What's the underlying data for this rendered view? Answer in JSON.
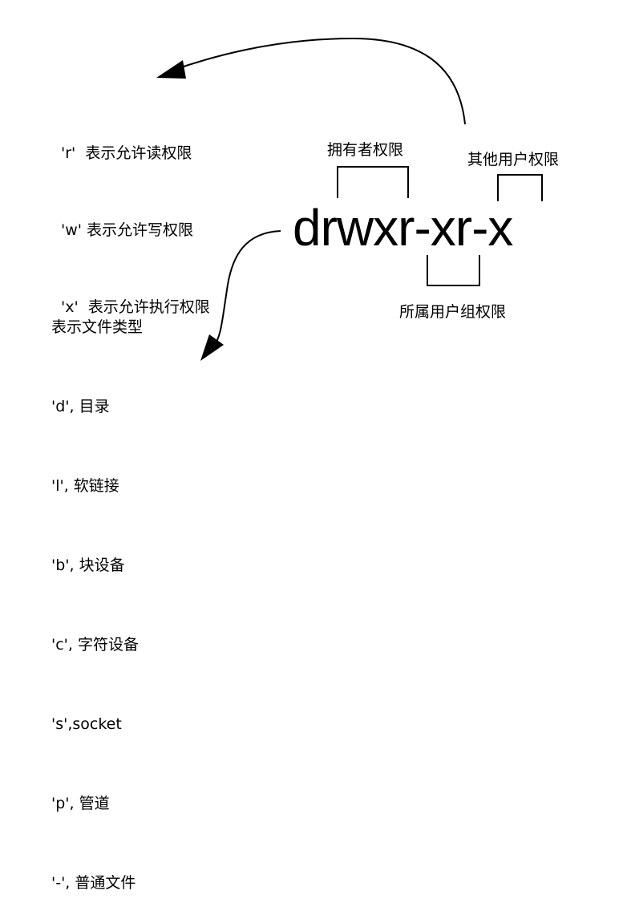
{
  "permission_string": "drwxr-xr-x",
  "permission_legend": [
    "'r'  表示允许读权限",
    "'w' 表示允许写权限",
    "'x'  表示允许执行权限"
  ],
  "labels": {
    "owner": "拥有者权限",
    "group": "所属用户组权限",
    "others": "其他用户权限"
  },
  "file_type_title": "表示文件类型",
  "file_types": [
    "'d', 目录",
    "'l', 软链接",
    "'b', 块设备",
    "'c', 字符设备",
    "'s',socket",
    "'p', 管道",
    "'-', 普通文件"
  ],
  "colors": {
    "background": "#ffffff",
    "stroke": "#000000",
    "text": "#000000"
  }
}
